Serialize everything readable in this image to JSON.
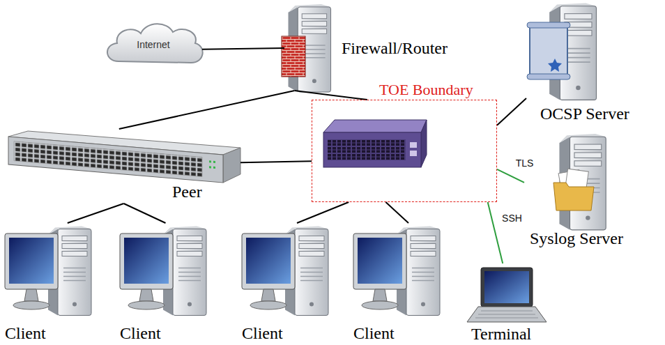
{
  "diagram": {
    "nodes": [
      {
        "text": [
          "Internet"
        ]
      },
      {
        "text": [
          "Firewall/Router"
        ]
      },
      {
        "text": [
          "TOE Boundary"
        ]
      },
      {
        "text": [
          "OCSP Server"
        ]
      },
      {
        "text": [
          "Peer"
        ]
      },
      {
        "text": [
          "Syslog Server"
        ]
      },
      {
        "text": [
          "Client"
        ]
      },
      {
        "text": [
          "Client"
        ]
      },
      {
        "text": [
          "Client"
        ]
      },
      {
        "text": [
          "Client"
        ]
      },
      {
        "text": [
          "Terminal"
        ]
      }
    ],
    "edges": [
      {
        "from": 0,
        "to": 1,
        "arrow": "none"
      },
      {
        "from": 1,
        "to": 4,
        "arrow": "none"
      },
      {
        "from": 1,
        "to": 2,
        "arrow": "none"
      },
      {
        "from": 4,
        "to": 2,
        "arrow": "none"
      },
      {
        "from": 2,
        "to": 3,
        "arrow": "none"
      },
      {
        "from": 2,
        "to": 5,
        "label": "TLS",
        "arrow": "none"
      },
      {
        "from": 2,
        "to": 10,
        "label": "SSH",
        "arrow": "none"
      },
      {
        "from": 4,
        "to": 6,
        "arrow": "none"
      },
      {
        "from": 4,
        "to": 7,
        "arrow": "none"
      },
      {
        "from": 2,
        "to": 8,
        "arrow": "none"
      },
      {
        "from": 2,
        "to": 9,
        "arrow": "none"
      }
    ]
  }
}
